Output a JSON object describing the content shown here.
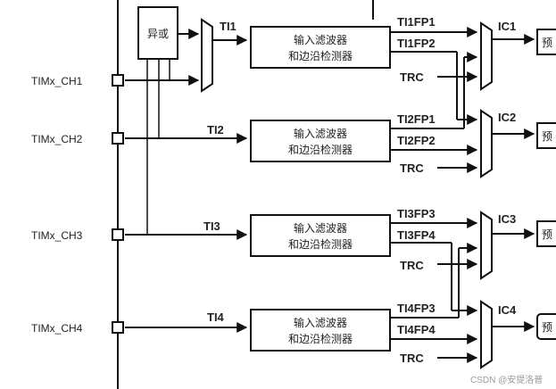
{
  "diagram": {
    "xor_gate_label": "异或",
    "channels": [
      {
        "pin": "TIMx_CH1",
        "ti": "TI1",
        "filter_l1": "输入滤波器",
        "filter_l2": "和边沿检测器",
        "fp_a": "TI1FP1",
        "fp_b": "TI1FP2",
        "trc": "TRC",
        "ic": "IC1",
        "prescaler": "预"
      },
      {
        "pin": "TIMx_CH2",
        "ti": "TI2",
        "filter_l1": "输入滤波器",
        "filter_l2": "和边沿检测器",
        "fp_a": "TI2FP1",
        "fp_b": "TI2FP2",
        "trc": "TRC",
        "ic": "IC2",
        "prescaler": "预"
      },
      {
        "pin": "TIMx_CH3",
        "ti": "TI3",
        "filter_l1": "输入滤波器",
        "filter_l2": "和边沿检测器",
        "fp_a": "TI3FP3",
        "fp_b": "TI3FP4",
        "trc": "TRC",
        "ic": "IC3",
        "prescaler": "预"
      },
      {
        "pin": "TIMx_CH4",
        "ti": "TI4",
        "filter_l1": "输入滤波器",
        "filter_l2": "和边沿检测器",
        "fp_a": "TI4FP3",
        "fp_b": "TI4FP4",
        "trc": "TRC",
        "ic": "IC4",
        "prescaler": "预"
      }
    ],
    "watermark": "CSDN @安提洛普"
  }
}
